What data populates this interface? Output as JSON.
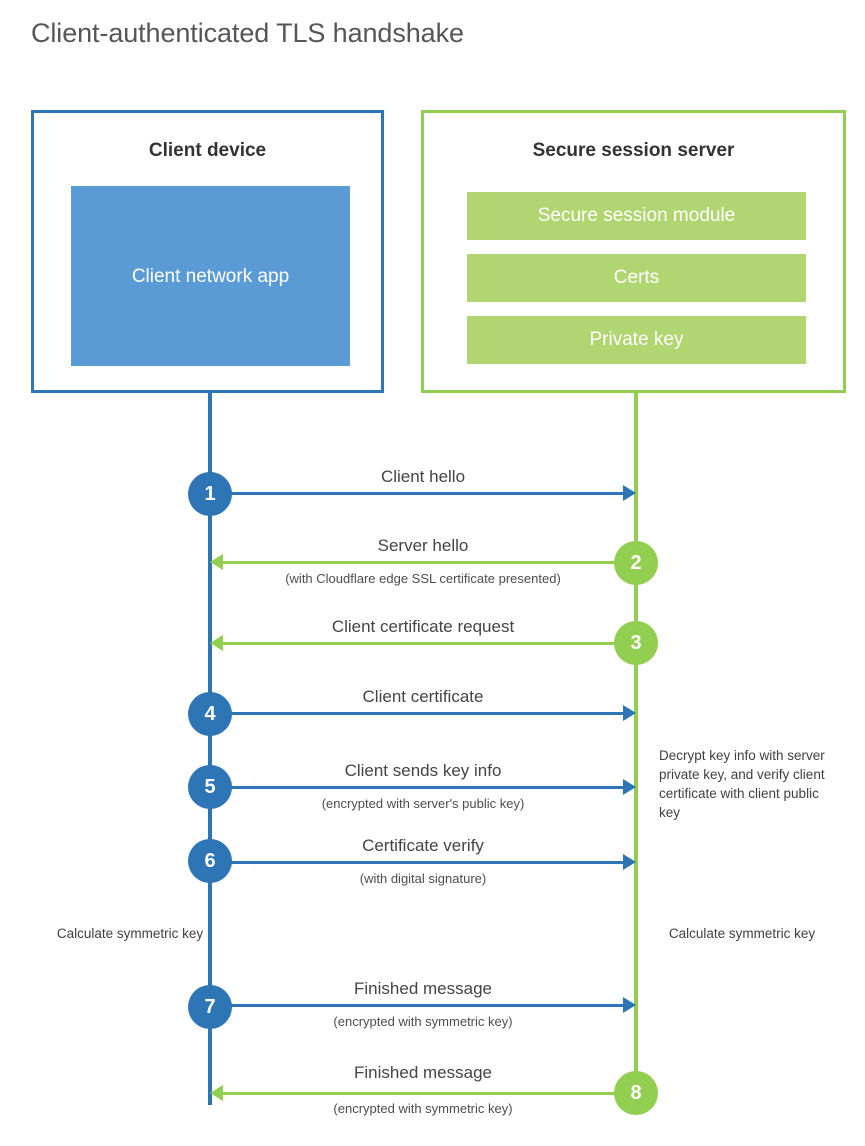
{
  "title": "Client-authenticated TLS handshake",
  "colors": {
    "blue_stroke": "#2E75B6",
    "blue_fill": "#5B9BD5",
    "green_stroke": "#92CE4F",
    "green_fill": "#B0D571",
    "title_text": "#55565A",
    "body_text": "#404040",
    "background": "#FFFFFF"
  },
  "parties": {
    "client": {
      "title": "Client device",
      "components": [
        "Client network app"
      ]
    },
    "server": {
      "title": "Secure session server",
      "components": [
        "Secure session module",
        "Certs",
        "Private key"
      ]
    }
  },
  "steps": [
    {
      "number": "1",
      "label": "Client hello",
      "sublabel": "",
      "direction": "client-to-server",
      "color": "blue"
    },
    {
      "number": "2",
      "label": "Server hello",
      "sublabel": "(with Cloudflare edge SSL certificate presented)",
      "direction": "server-to-client",
      "color": "green"
    },
    {
      "number": "3",
      "label": "Client certificate request",
      "sublabel": "",
      "direction": "server-to-client",
      "color": "green"
    },
    {
      "number": "4",
      "label": "Client certificate",
      "sublabel": "",
      "direction": "client-to-server",
      "color": "blue"
    },
    {
      "number": "5",
      "label": "Client sends key info",
      "sublabel": "(encrypted with server's public key)",
      "direction": "client-to-server",
      "color": "blue"
    },
    {
      "number": "6",
      "label": "Certificate verify",
      "sublabel": "(with digital signature)",
      "direction": "client-to-server",
      "color": "blue"
    },
    {
      "number": "7",
      "label": "Finished message",
      "sublabel": "(encrypted with symmetric key)",
      "direction": "client-to-server",
      "color": "blue"
    },
    {
      "number": "8",
      "label": "Finished message",
      "sublabel": "(encrypted with symmetric key)",
      "direction": "server-to-client",
      "color": "green"
    }
  ],
  "notes": {
    "server_decrypt": "Decrypt key info with server private key, and verify client certificate with client public key",
    "client_symmetric_key": "Calculate symmetric key",
    "server_symmetric_key": "Calculate symmetric key"
  }
}
